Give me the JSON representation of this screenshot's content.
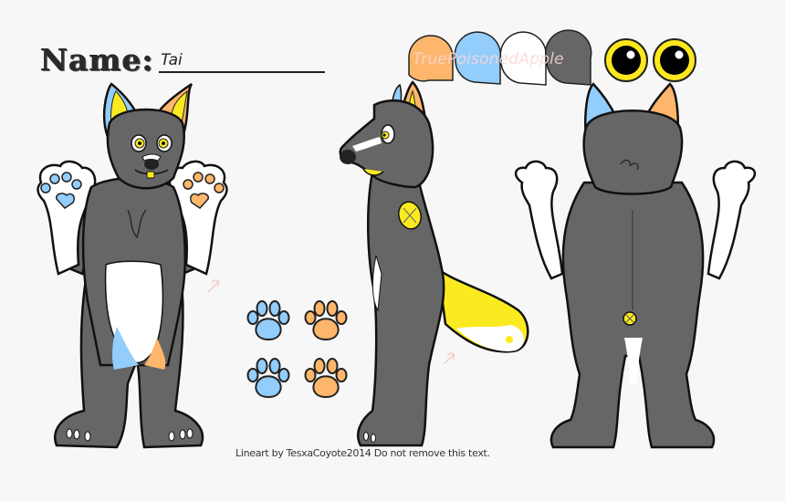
{
  "sheet": {
    "name_label": "Name:",
    "name_value": "Tai",
    "watermark": "TruePoisonedApple",
    "credit": "Lineart by TesxaCoyote2014 Do not remove this text."
  },
  "palette": {
    "swatches": [
      {
        "name": "orange",
        "hex": "#fdb66b"
      },
      {
        "name": "blue",
        "hex": "#93cdfb"
      },
      {
        "name": "white",
        "hex": "#ffffff"
      },
      {
        "name": "gray",
        "hex": "#666666"
      }
    ],
    "eye_color": "#fce81d",
    "fur_color": "#666666",
    "accent_yellow": "#fcea21",
    "outline": "#111111",
    "background": "#f7f7f7"
  },
  "views": [
    {
      "name": "front-view"
    },
    {
      "name": "side-view"
    },
    {
      "name": "back-view"
    }
  ],
  "paw_prints": [
    {
      "color": "blue"
    },
    {
      "color": "orange"
    },
    {
      "color": "blue"
    },
    {
      "color": "orange"
    }
  ]
}
